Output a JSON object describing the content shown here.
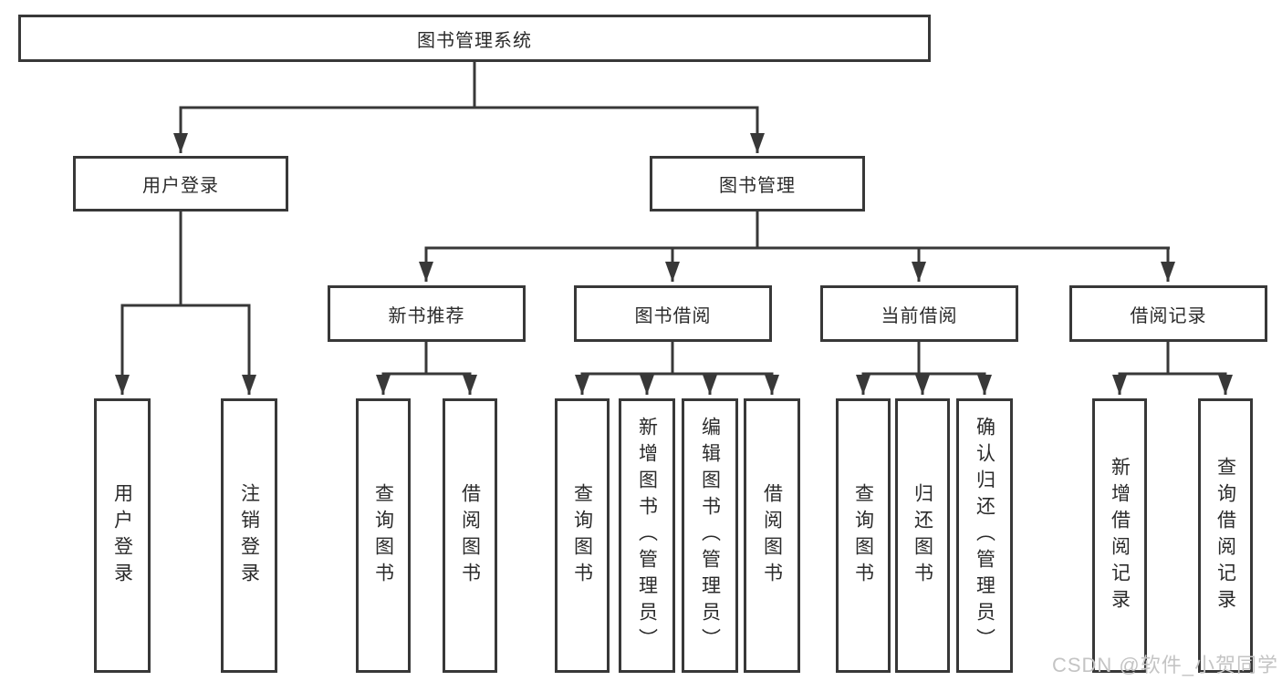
{
  "colors": {
    "line": "#383838",
    "box_border": "#383838",
    "text": "#2b2b2b",
    "watermark": "#c4c4c4",
    "background": "#ffffff"
  },
  "diagram": {
    "root": {
      "label": "图书管理系统"
    },
    "branches": {
      "user_login": {
        "label": "用户登录",
        "children": {
          "login": {
            "label": "用户登录"
          },
          "logout": {
            "label": "注销登录"
          }
        }
      },
      "book_management": {
        "label": "图书管理",
        "children": {
          "new_book_recommend": {
            "label": "新书推荐",
            "children": {
              "query_books": {
                "label": "查询图书"
              },
              "borrow_books": {
                "label": "借阅图书"
              }
            }
          },
          "book_borrowing": {
            "label": "图书借阅",
            "children": {
              "query_books": {
                "label": "查询图书"
              },
              "add_books_admin": {
                "label": "新增图书（管理员）"
              },
              "edit_books_admin": {
                "label": "编辑图书（管理员）"
              },
              "borrow_books": {
                "label": "借阅图书"
              }
            }
          },
          "current_borrowing": {
            "label": "当前借阅",
            "children": {
              "query_books": {
                "label": "查询图书"
              },
              "return_books": {
                "label": "归还图书"
              },
              "confirm_return_admin": {
                "label": "确认归还（管理员）"
              }
            }
          },
          "borrowing_records": {
            "label": "借阅记录",
            "children": {
              "add_borrow_record": {
                "label": "新增借阅记录"
              },
              "query_borrow_record": {
                "label": "查询借阅记录"
              }
            }
          }
        }
      }
    }
  },
  "watermark": "CSDN @软件_小贺同学"
}
